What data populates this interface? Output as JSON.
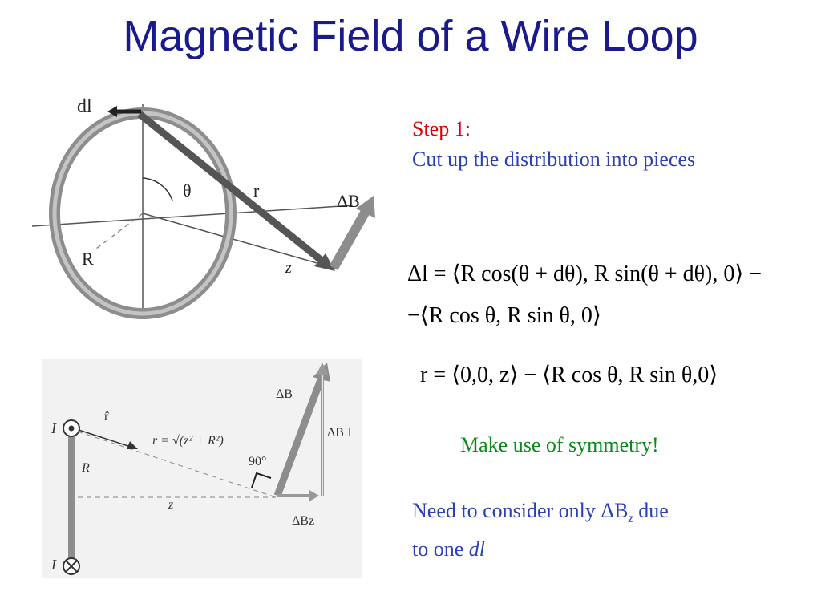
{
  "title": "Magnetic Field of a Wire Loop",
  "figure_top": {
    "label_dl": "dl",
    "label_theta": "θ",
    "label_r": "r",
    "label_dB": "ΔB",
    "label_R": "R",
    "label_z": "z"
  },
  "figure_bottom": {
    "label_I_top": "I",
    "label_I_bottom": "I",
    "label_rhat": "r̂",
    "label_r_eq": "r = √(z² + R²)",
    "label_R": "R",
    "label_90": "90°",
    "label_z": "z",
    "label_dB": "ΔB",
    "label_dBperp": "ΔB⊥",
    "label_dBz": "ΔBz"
  },
  "step": {
    "heading": "Step 1:",
    "text": "Cut up the distribution into pieces"
  },
  "equations": {
    "dl_line1": "Δl = ⟨R cos(θ + dθ), R sin(θ + dθ), 0⟩ −",
    "dl_line2": "−⟨R cos θ, R sin θ, 0⟩",
    "r_line": "r = ⟨0,0, z⟩ − ⟨R cos θ, R sin θ,0⟩"
  },
  "symmetry": "Make use of symmetry!",
  "need": {
    "prefix": "Need to consider only ",
    "delta_b": "ΔB",
    "sub_z": "z",
    "suffix": " due",
    "line2_prefix": "to one ",
    "dl": "dl"
  }
}
